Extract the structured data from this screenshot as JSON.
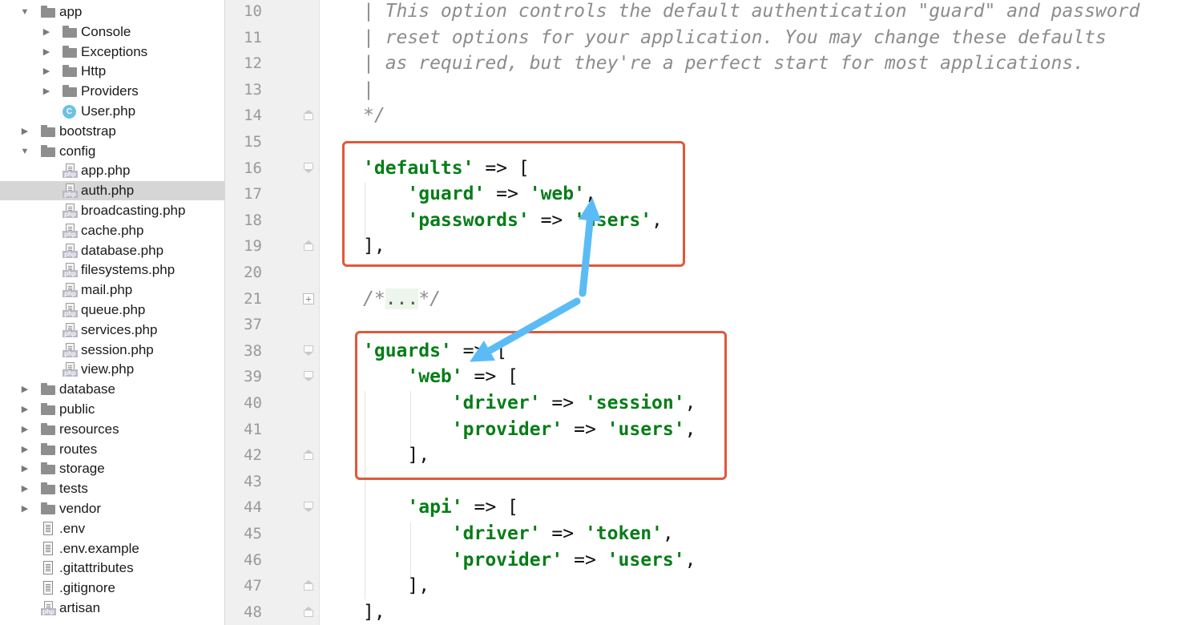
{
  "project_tree": {
    "items": [
      {
        "label": "app",
        "kind": "folder",
        "level": 1,
        "expanded": true
      },
      {
        "label": "Console",
        "kind": "folder",
        "level": 2,
        "expanded": false
      },
      {
        "label": "Exceptions",
        "kind": "folder",
        "level": 2,
        "expanded": false
      },
      {
        "label": "Http",
        "kind": "folder",
        "level": 2,
        "expanded": false
      },
      {
        "label": "Providers",
        "kind": "folder",
        "level": 2,
        "expanded": false
      },
      {
        "label": "User.php",
        "kind": "class",
        "level": 2
      },
      {
        "label": "bootstrap",
        "kind": "folder",
        "level": 1,
        "expanded": false
      },
      {
        "label": "config",
        "kind": "folder",
        "level": 1,
        "expanded": true
      },
      {
        "label": "app.php",
        "kind": "php",
        "level": 2
      },
      {
        "label": "auth.php",
        "kind": "php",
        "level": 2,
        "selected": true
      },
      {
        "label": "broadcasting.php",
        "kind": "php",
        "level": 2
      },
      {
        "label": "cache.php",
        "kind": "php",
        "level": 2
      },
      {
        "label": "database.php",
        "kind": "php",
        "level": 2
      },
      {
        "label": "filesystems.php",
        "kind": "php",
        "level": 2
      },
      {
        "label": "mail.php",
        "kind": "php",
        "level": 2
      },
      {
        "label": "queue.php",
        "kind": "php",
        "level": 2
      },
      {
        "label": "services.php",
        "kind": "php",
        "level": 2
      },
      {
        "label": "session.php",
        "kind": "php",
        "level": 2
      },
      {
        "label": "view.php",
        "kind": "php",
        "level": 2
      },
      {
        "label": "database",
        "kind": "folder",
        "level": 1,
        "expanded": false
      },
      {
        "label": "public",
        "kind": "folder",
        "level": 1,
        "expanded": false
      },
      {
        "label": "resources",
        "kind": "folder",
        "level": 1,
        "expanded": false
      },
      {
        "label": "routes",
        "kind": "folder",
        "level": 1,
        "expanded": false
      },
      {
        "label": "storage",
        "kind": "folder",
        "level": 1,
        "expanded": false
      },
      {
        "label": "tests",
        "kind": "folder",
        "level": 1,
        "expanded": false
      },
      {
        "label": "vendor",
        "kind": "folder",
        "level": 1,
        "expanded": false
      },
      {
        "label": ".env",
        "kind": "text",
        "level": 1
      },
      {
        "label": ".env.example",
        "kind": "text",
        "level": 1
      },
      {
        "label": ".gitattributes",
        "kind": "text",
        "level": 1
      },
      {
        "label": ".gitignore",
        "kind": "text",
        "level": 1
      },
      {
        "label": "artisan",
        "kind": "php",
        "level": 1
      }
    ]
  },
  "editor": {
    "lines": [
      {
        "num": "10",
        "fold": "",
        "tokens": [
          {
            "t": "| This option controls the default authentication \"guard\" and password",
            "c": "cm"
          }
        ]
      },
      {
        "num": "11",
        "fold": "",
        "tokens": [
          {
            "t": "| reset options for your application. You may change these defaults",
            "c": "cm"
          }
        ]
      },
      {
        "num": "12",
        "fold": "",
        "tokens": [
          {
            "t": "| as required, but they're a perfect start for most applications.",
            "c": "cm"
          }
        ]
      },
      {
        "num": "13",
        "fold": "",
        "tokens": [
          {
            "t": "|",
            "c": "cm"
          }
        ]
      },
      {
        "num": "14",
        "fold": "end",
        "tokens": [
          {
            "t": "*/",
            "c": "cm"
          }
        ]
      },
      {
        "num": "15",
        "fold": "",
        "tokens": []
      },
      {
        "num": "16",
        "fold": "start",
        "tokens": [
          {
            "t": "'defaults'",
            "c": "s"
          },
          {
            "t": " => [",
            "c": "op"
          }
        ]
      },
      {
        "num": "17",
        "fold": "",
        "tokens": [
          {
            "t": "    ",
            "c": "op"
          },
          {
            "t": "'guard'",
            "c": "s"
          },
          {
            "t": " => ",
            "c": "op"
          },
          {
            "t": "'web'",
            "c": "s"
          },
          {
            "t": ",",
            "c": "op"
          }
        ]
      },
      {
        "num": "18",
        "fold": "",
        "tokens": [
          {
            "t": "    ",
            "c": "op"
          },
          {
            "t": "'passwords'",
            "c": "s"
          },
          {
            "t": " => ",
            "c": "op"
          },
          {
            "t": "'users'",
            "c": "s"
          },
          {
            "t": ",",
            "c": "op"
          }
        ]
      },
      {
        "num": "19",
        "fold": "end",
        "tokens": [
          {
            "t": "],",
            "c": "op"
          }
        ]
      },
      {
        "num": "20",
        "fold": "",
        "tokens": []
      },
      {
        "num": "21",
        "fold": "plus",
        "tokens": [
          {
            "t": "/*",
            "c": "cm"
          },
          {
            "t": "...",
            "c": "fold-marker"
          },
          {
            "t": "*/",
            "c": "cm"
          }
        ]
      },
      {
        "num": "37",
        "fold": "",
        "tokens": []
      },
      {
        "num": "38",
        "fold": "start",
        "tokens": [
          {
            "t": "'guards'",
            "c": "s"
          },
          {
            "t": " => [",
            "c": "op"
          }
        ]
      },
      {
        "num": "39",
        "fold": "start",
        "tokens": [
          {
            "t": "    ",
            "c": "op"
          },
          {
            "t": "'web'",
            "c": "s"
          },
          {
            "t": " => [",
            "c": "op"
          }
        ]
      },
      {
        "num": "40",
        "fold": "",
        "tokens": [
          {
            "t": "        ",
            "c": "op"
          },
          {
            "t": "'driver'",
            "c": "s"
          },
          {
            "t": " => ",
            "c": "op"
          },
          {
            "t": "'session'",
            "c": "s"
          },
          {
            "t": ",",
            "c": "op"
          }
        ]
      },
      {
        "num": "41",
        "fold": "",
        "tokens": [
          {
            "t": "        ",
            "c": "op"
          },
          {
            "t": "'provider'",
            "c": "s"
          },
          {
            "t": " => ",
            "c": "op"
          },
          {
            "t": "'users'",
            "c": "s"
          },
          {
            "t": ",",
            "c": "op"
          }
        ]
      },
      {
        "num": "42",
        "fold": "end",
        "tokens": [
          {
            "t": "    ],",
            "c": "op"
          }
        ]
      },
      {
        "num": "43",
        "fold": "",
        "tokens": []
      },
      {
        "num": "44",
        "fold": "start",
        "tokens": [
          {
            "t": "    ",
            "c": "op"
          },
          {
            "t": "'api'",
            "c": "s"
          },
          {
            "t": " => [",
            "c": "op"
          }
        ]
      },
      {
        "num": "45",
        "fold": "",
        "tokens": [
          {
            "t": "        ",
            "c": "op"
          },
          {
            "t": "'driver'",
            "c": "s"
          },
          {
            "t": " => ",
            "c": "op"
          },
          {
            "t": "'token'",
            "c": "s"
          },
          {
            "t": ",",
            "c": "op"
          }
        ]
      },
      {
        "num": "46",
        "fold": "",
        "tokens": [
          {
            "t": "        ",
            "c": "op"
          },
          {
            "t": "'provider'",
            "c": "s"
          },
          {
            "t": " => ",
            "c": "op"
          },
          {
            "t": "'users'",
            "c": "s"
          },
          {
            "t": ",",
            "c": "op"
          }
        ]
      },
      {
        "num": "47",
        "fold": "end",
        "tokens": [
          {
            "t": "    ],",
            "c": "op"
          }
        ]
      },
      {
        "num": "48",
        "fold": "end",
        "tokens": [
          {
            "t": "],",
            "c": "op"
          }
        ]
      }
    ]
  },
  "colors": {
    "highlight_box": "#e0583a",
    "arrow": "#5bbcf5",
    "string": "#067d17",
    "comment": "#8c8c8c"
  }
}
